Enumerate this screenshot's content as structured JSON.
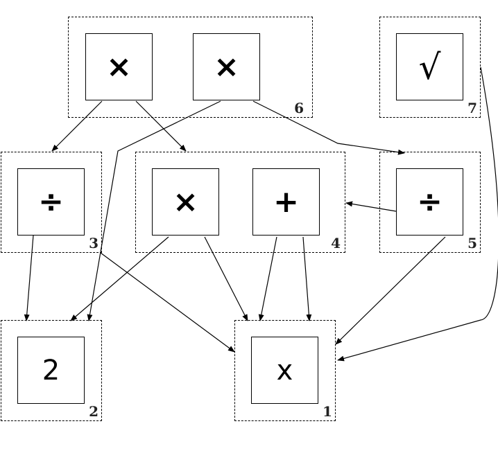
{
  "groups": [
    {
      "id": "6",
      "label": "6",
      "nodes": [
        {
          "id": "g6a",
          "symbol": "×",
          "kind": "op"
        },
        {
          "id": "g6b",
          "symbol": "×",
          "kind": "op"
        }
      ]
    },
    {
      "id": "7",
      "label": "7",
      "nodes": [
        {
          "id": "g7a",
          "symbol": "√",
          "kind": "sqrt"
        }
      ]
    },
    {
      "id": "3",
      "label": "3",
      "nodes": [
        {
          "id": "g3a",
          "symbol": "÷",
          "kind": "op"
        }
      ]
    },
    {
      "id": "4",
      "label": "4",
      "nodes": [
        {
          "id": "g4a",
          "symbol": "×",
          "kind": "op"
        },
        {
          "id": "g4b",
          "symbol": "+",
          "kind": "op"
        }
      ]
    },
    {
      "id": "5",
      "label": "5",
      "nodes": [
        {
          "id": "g5a",
          "symbol": "÷",
          "kind": "op"
        }
      ]
    },
    {
      "id": "2",
      "label": "2",
      "nodes": [
        {
          "id": "g2a",
          "symbol": "2",
          "kind": "val"
        }
      ]
    },
    {
      "id": "1",
      "label": "1",
      "nodes": [
        {
          "id": "g1a",
          "symbol": "x",
          "kind": "val"
        }
      ]
    }
  ],
  "edges": [
    {
      "from": "g6a",
      "to": "group-3"
    },
    {
      "from": "g6a",
      "to": "group-4"
    },
    {
      "from": "g6b",
      "to": "group-2"
    },
    {
      "from": "g6b",
      "to": "group-5"
    },
    {
      "from": "g7a",
      "to": "group-1"
    },
    {
      "from": "g3a",
      "to": "group-2"
    },
    {
      "from": "g3a",
      "to": "group-1"
    },
    {
      "from": "g4a",
      "to": "group-2"
    },
    {
      "from": "g4a",
      "to": "group-1"
    },
    {
      "from": "g4b",
      "to": "group-1"
    },
    {
      "from": "g4b",
      "to": "group-1"
    },
    {
      "from": "g5a",
      "to": "group-4"
    },
    {
      "from": "g5a",
      "to": "group-1"
    }
  ]
}
